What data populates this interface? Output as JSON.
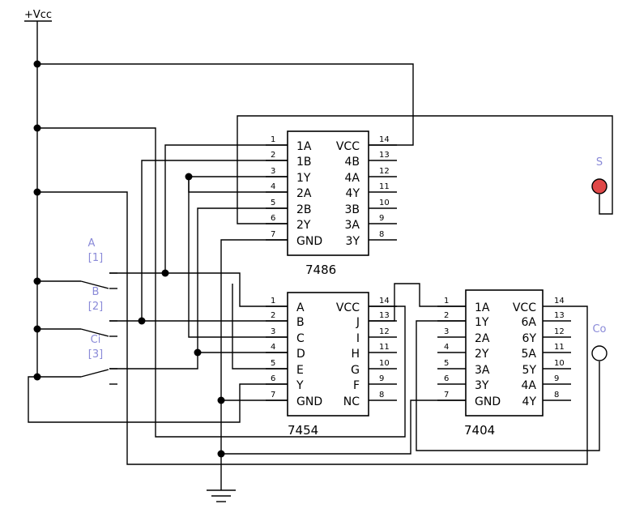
{
  "power": {
    "vcc_label": "+Vcc"
  },
  "switches": [
    {
      "name": "A",
      "key": "[1]"
    },
    {
      "name": "B",
      "key": "[2]"
    },
    {
      "name": "Ci",
      "key": "[3]"
    }
  ],
  "outputs": [
    {
      "label": "S",
      "color": "#e04848"
    },
    {
      "label": "Co",
      "color": "#ffffff"
    }
  ],
  "chips": [
    {
      "name": "7486",
      "left_pins": [
        {
          "num": "1",
          "label": "1A"
        },
        {
          "num": "2",
          "label": "1B"
        },
        {
          "num": "3",
          "label": "1Y"
        },
        {
          "num": "4",
          "label": "2A"
        },
        {
          "num": "5",
          "label": "2B"
        },
        {
          "num": "6",
          "label": "2Y"
        },
        {
          "num": "7",
          "label": "GND"
        }
      ],
      "right_pins": [
        {
          "num": "14",
          "label": "VCC"
        },
        {
          "num": "13",
          "label": "4B"
        },
        {
          "num": "12",
          "label": "4A"
        },
        {
          "num": "11",
          "label": "4Y"
        },
        {
          "num": "10",
          "label": "3B"
        },
        {
          "num": "9",
          "label": "3A"
        },
        {
          "num": "8",
          "label": "3Y"
        }
      ]
    },
    {
      "name": "7454",
      "left_pins": [
        {
          "num": "1",
          "label": "A"
        },
        {
          "num": "2",
          "label": "B"
        },
        {
          "num": "3",
          "label": "C"
        },
        {
          "num": "4",
          "label": "D"
        },
        {
          "num": "5",
          "label": "E"
        },
        {
          "num": "6",
          "label": "Y"
        },
        {
          "num": "7",
          "label": "GND"
        }
      ],
      "right_pins": [
        {
          "num": "14",
          "label": "VCC"
        },
        {
          "num": "13",
          "label": "J"
        },
        {
          "num": "12",
          "label": "I"
        },
        {
          "num": "11",
          "label": "H"
        },
        {
          "num": "10",
          "label": "G"
        },
        {
          "num": "9",
          "label": "F"
        },
        {
          "num": "8",
          "label": "NC"
        }
      ]
    },
    {
      "name": "7404",
      "left_pins": [
        {
          "num": "1",
          "label": "1A"
        },
        {
          "num": "2",
          "label": "1Y"
        },
        {
          "num": "3",
          "label": "2A"
        },
        {
          "num": "4",
          "label": "2Y"
        },
        {
          "num": "5",
          "label": "3A"
        },
        {
          "num": "6",
          "label": "3Y"
        },
        {
          "num": "7",
          "label": "GND"
        }
      ],
      "right_pins": [
        {
          "num": "14",
          "label": "VCC"
        },
        {
          "num": "13",
          "label": "6A"
        },
        {
          "num": "12",
          "label": "6Y"
        },
        {
          "num": "11",
          "label": "5A"
        },
        {
          "num": "10",
          "label": "5Y"
        },
        {
          "num": "9",
          "label": "4A"
        },
        {
          "num": "8",
          "label": "4Y"
        }
      ]
    }
  ]
}
